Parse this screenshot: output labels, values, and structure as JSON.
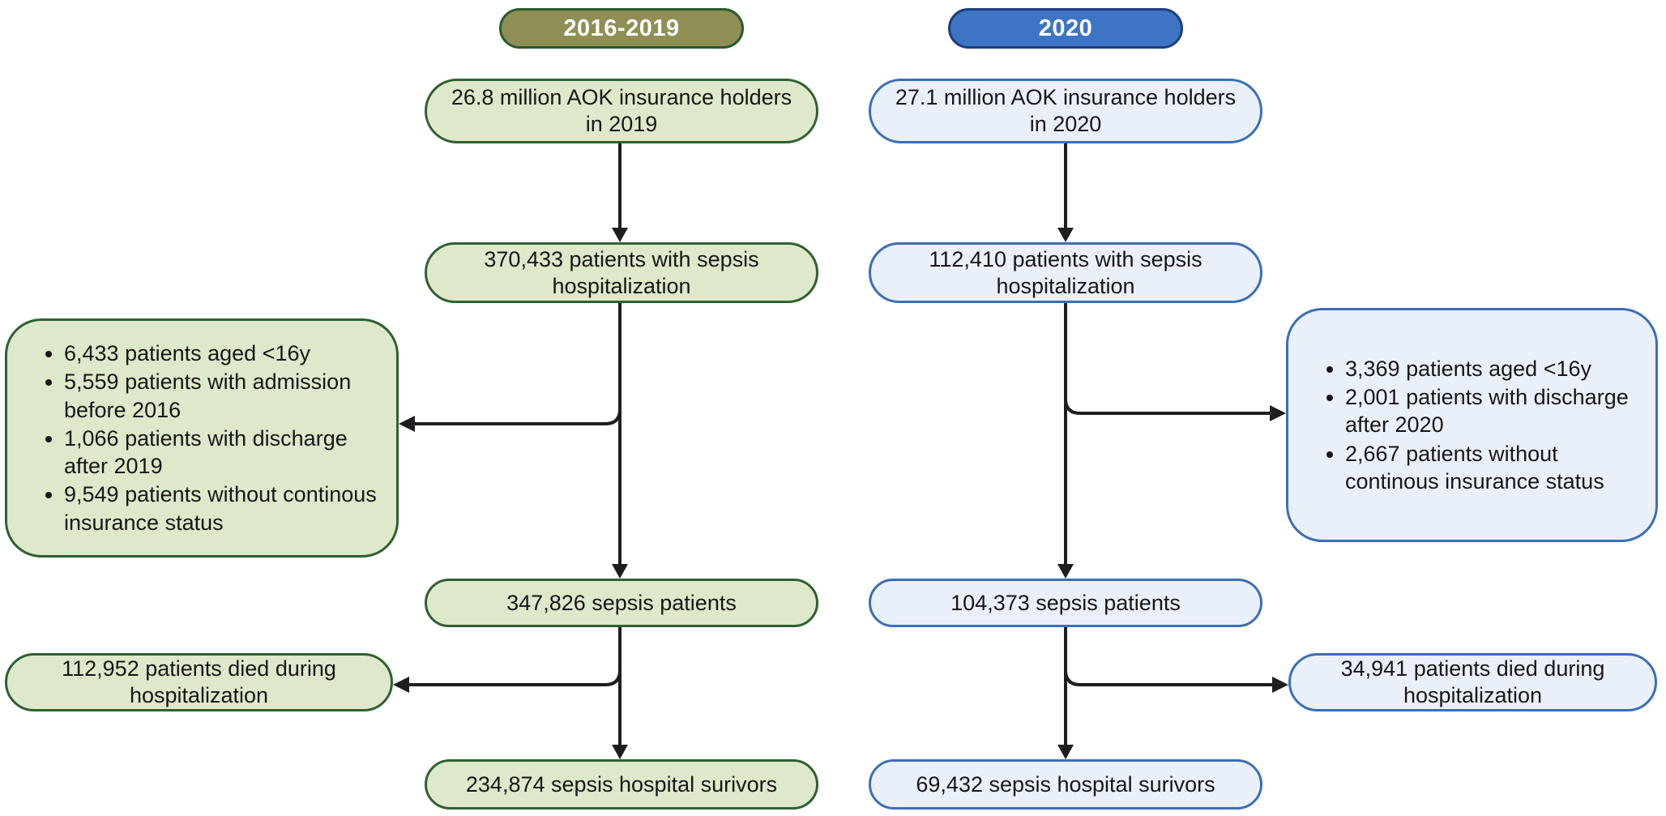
{
  "diagram": {
    "type": "patient-flow-chart",
    "background": "#ffffff",
    "line_color": "#1e1e1e",
    "cohorts": [
      {
        "name": "2016-2019 cohort",
        "header": {
          "label": "2016-2019",
          "fill": "#8f8f55",
          "border": "#2a5b2e",
          "text_color": "#ffffff"
        },
        "style": {
          "box_fill": "#dee9cb",
          "box_border": "#2f6030"
        },
        "boxes": {
          "population": "26.8 million AOK insurance holders in 2019",
          "hospitalization": "370,433 patients with sepsis hospitalization",
          "sepsis": "347,826 sepsis patients",
          "survivors": "234,874 sepsis hospital surivors"
        },
        "exclusions": [
          "6,433 patients aged <16y",
          "5,559 patients with admission before 2016",
          "1,066 patients with discharge after 2019",
          "9,549 patients without continous insurance status"
        ],
        "died": "112,952 patients died during hospitalization"
      },
      {
        "name": "2020 cohort",
        "header": {
          "label": "2020",
          "fill": "#3e74c4",
          "border": "#1e3e7e",
          "text_color": "#ffffff"
        },
        "style": {
          "box_fill": "#eaf0fa",
          "box_border": "#3c6eb5"
        },
        "boxes": {
          "population": "27.1 million AOK insurance holders in 2020",
          "hospitalization": "112,410 patients with sepsis hospitalization",
          "sepsis": "104,373 sepsis patients",
          "survivors": "69,432 sepsis hospital surivors"
        },
        "exclusions": [
          "3,369 patients aged <16y",
          "2,001 patients with discharge after 2020",
          "2,667 patients without continous insurance status"
        ],
        "died": "34,941 patients died during hospitalization"
      }
    ]
  }
}
